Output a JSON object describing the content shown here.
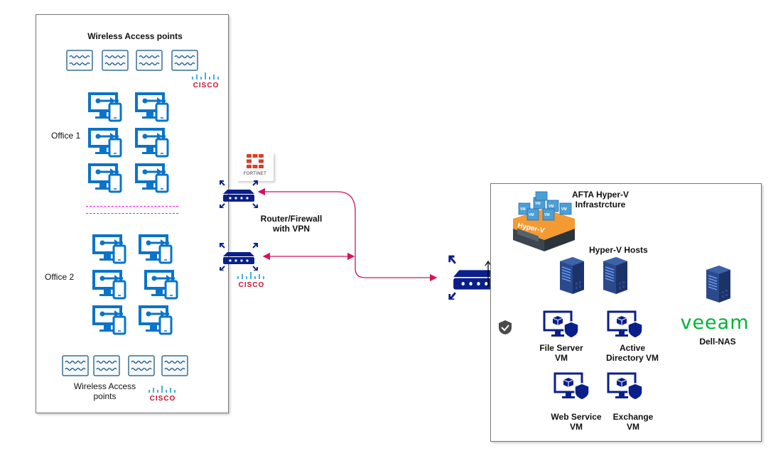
{
  "colors": {
    "pc_icon": "#0a74c9",
    "network_icon": "#0b1f8a",
    "link": "#d4145a",
    "cisco": "#c8102e",
    "veeam": "#00b336",
    "hyperv_orange": "#f39a33",
    "vm_cube": "#4a9fd8"
  },
  "office_site": {
    "top_ap_label": "Wireless Access points",
    "office1_label": "Office 1",
    "office2_label": "Office 2",
    "bottom_ap_label_line1": "Wireless Access",
    "bottom_ap_label_line2": "points",
    "cisco_logo": "CISCO"
  },
  "edge": {
    "fortinet_logo": "FORTINET",
    "router_label_line1": "Router/Firewall",
    "router_label_line2": "with VPN",
    "cisco_logo": "CISCO"
  },
  "datacenter": {
    "title_line1": "AFTA Hyper-V",
    "title_line2": "Infrastrcture",
    "hyperv_badge": "Hyper-V",
    "vm_badge": "VM",
    "hosts_label": "Hyper-V Hosts",
    "veeam_logo": "VEEAM",
    "nas_label": "Dell-NAS",
    "vms": [
      {
        "line1": "File Server",
        "line2": "VM"
      },
      {
        "line1": "Active",
        "line2": "Directory VM"
      },
      {
        "line1": "Web Service",
        "line2": "VM"
      },
      {
        "line1": "Exchange",
        "line2": "VM"
      }
    ]
  }
}
